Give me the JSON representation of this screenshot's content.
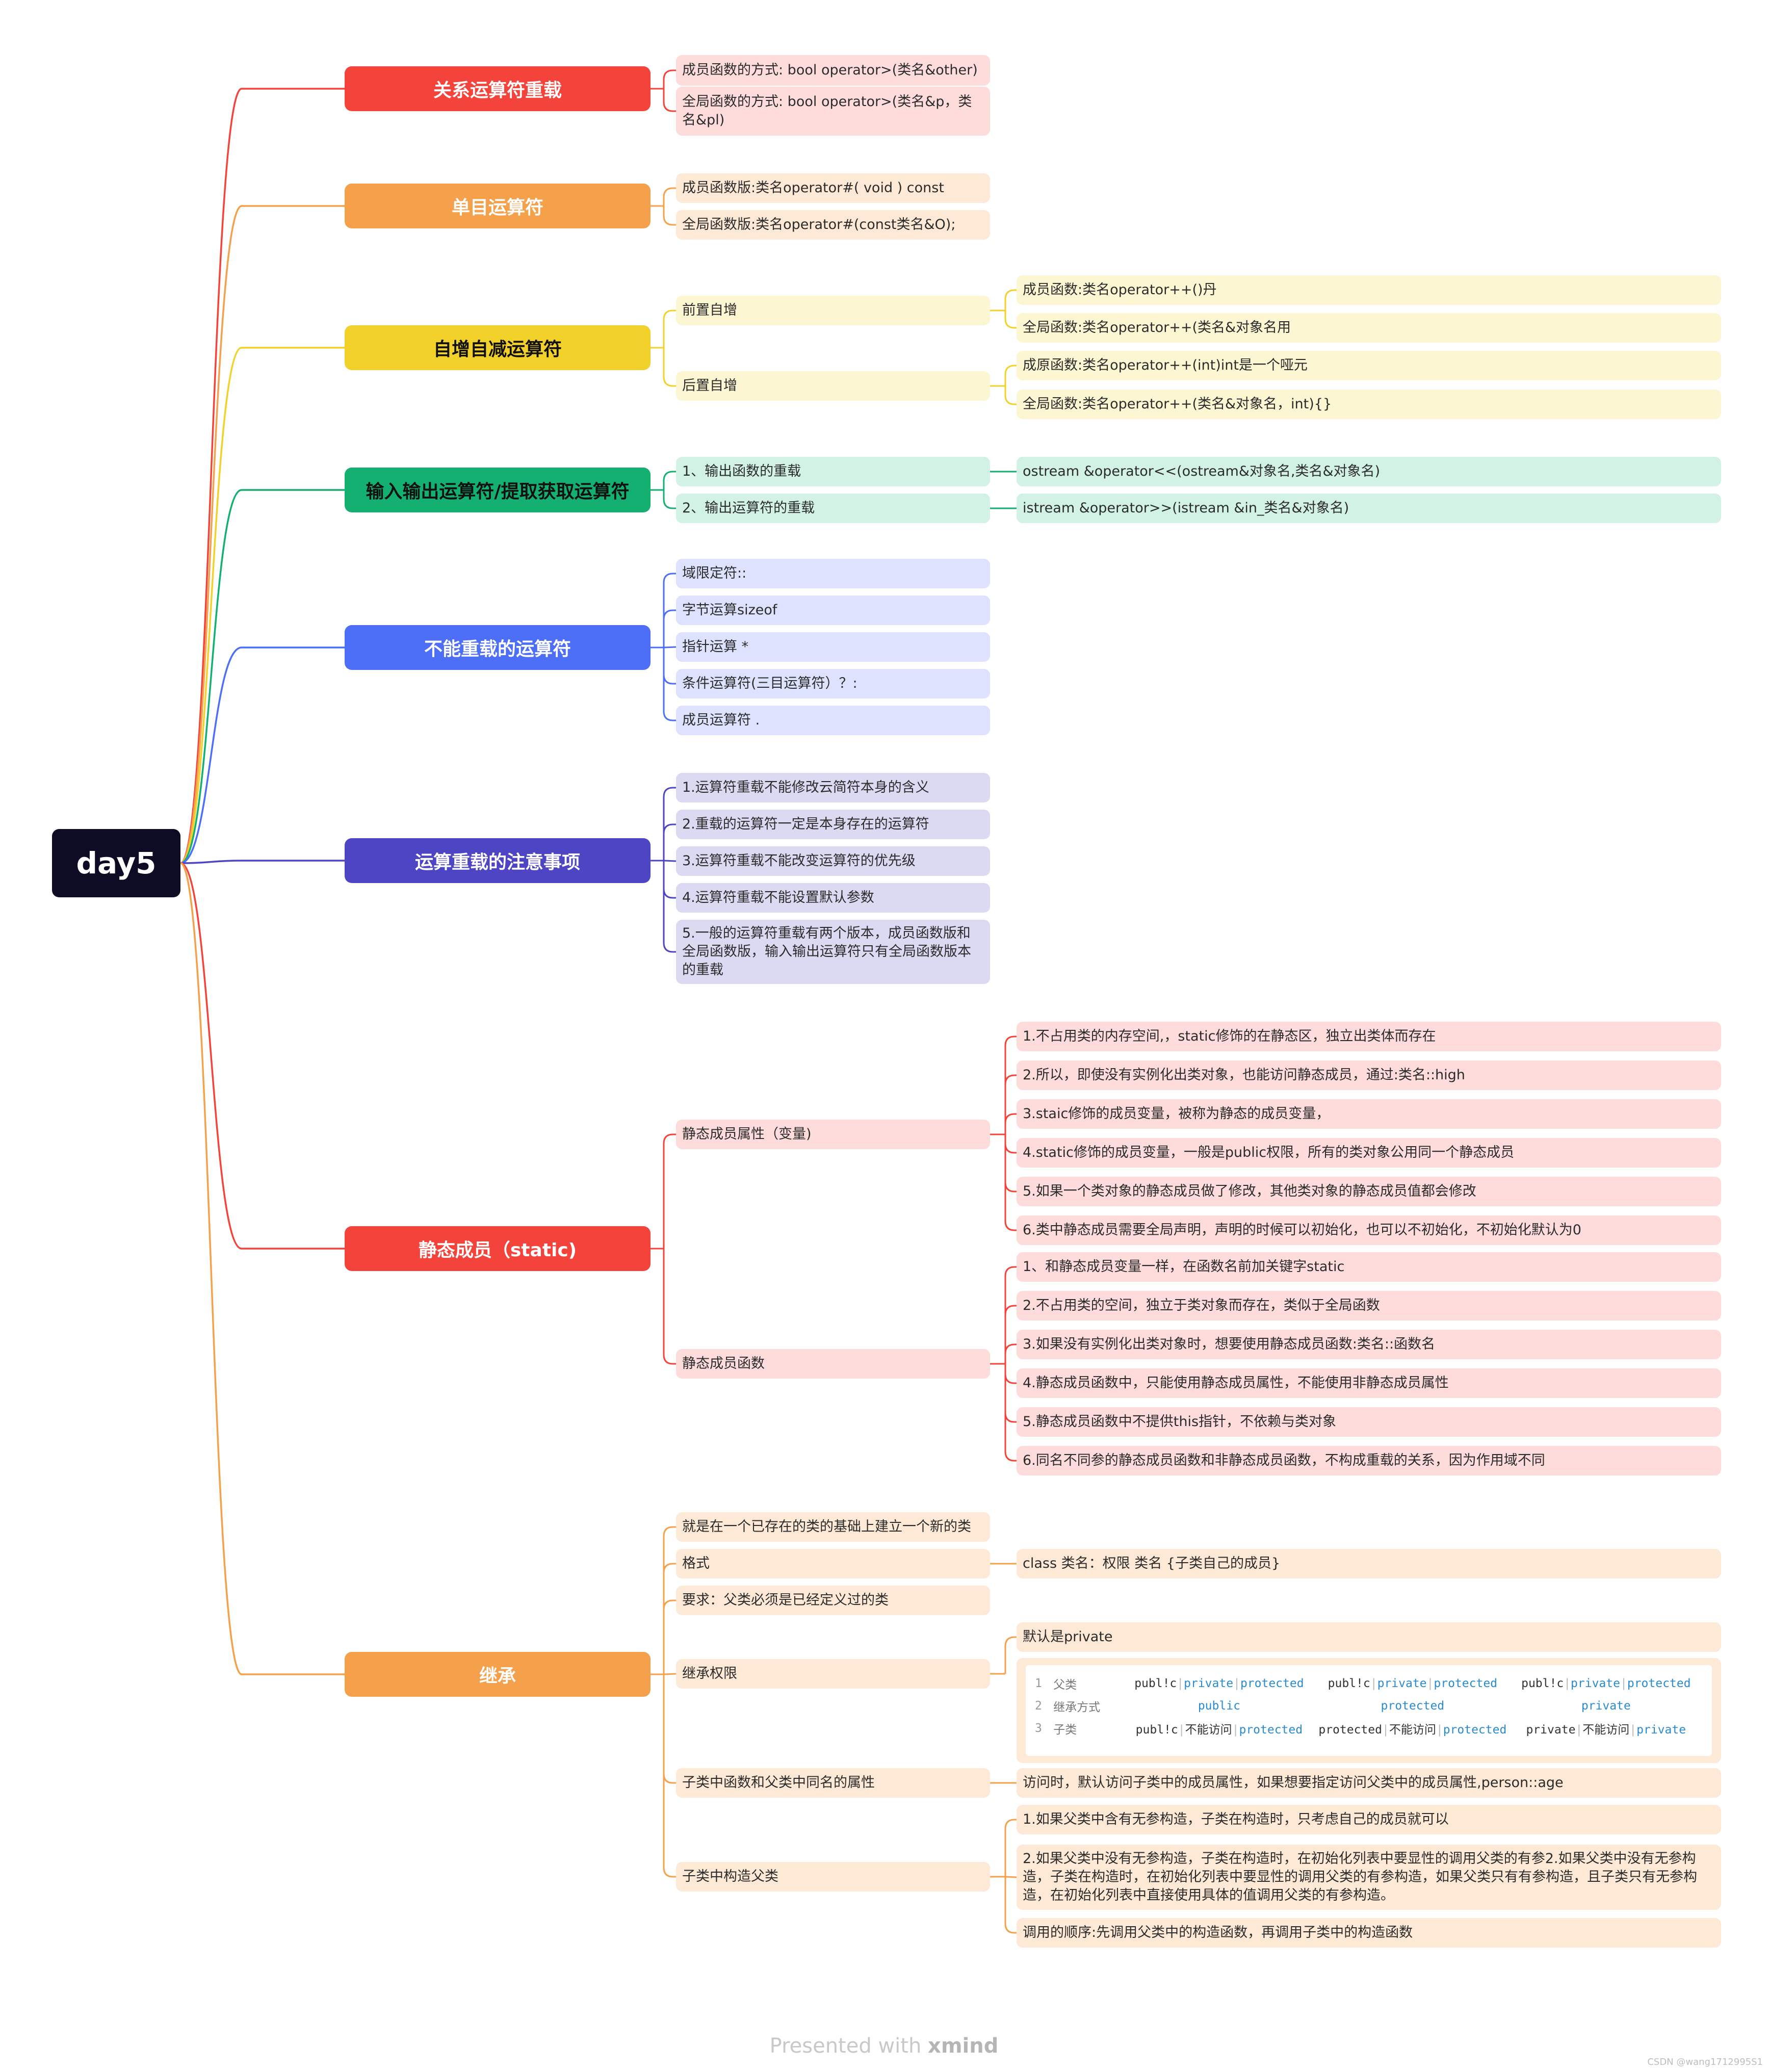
{
  "root": {
    "label": "day5"
  },
  "colors": {
    "root": "#0e0b24",
    "red": "#f4433a",
    "red_light": "#fddcdb",
    "orange": "#f5a04a",
    "orange_light": "#fde9d6",
    "yellow": "#f2d12a",
    "yellow_light": "#fdf6d3",
    "green": "#13b071",
    "green_light": "#d1f2e4",
    "blue": "#4d6ef7",
    "blue_light": "#dde3fe",
    "indigo": "#4e45c5",
    "indigo_light": "#dcdaf3"
  },
  "branches": [
    {
      "id": "b1",
      "label": "关系运算符重载",
      "color": "red",
      "children": [
        {
          "text": "成员函数的方式: bool operator>(类名&other)"
        },
        {
          "text": "全局函数的方式: bool operator>(类名&p，类名&pl)"
        }
      ]
    },
    {
      "id": "b2",
      "label": "单目运算符",
      "color": "orange",
      "children": [
        {
          "text": "成员函数版:类名operator#( void ) const"
        },
        {
          "text": "全局函数版:类名operator#(const类名&O);"
        }
      ]
    },
    {
      "id": "b3",
      "label": "自增自减运算符",
      "color": "yellow",
      "children": [
        {
          "text": "前置自增",
          "children": [
            {
              "text": "成员函数:类名operator++()丹"
            },
            {
              "text": "全局函数:类名operator++(类名&对象名用"
            }
          ]
        },
        {
          "text": "后置自增",
          "children": [
            {
              "text": "成原函数:类名operator++(int)int是一个哑元"
            },
            {
              "text": "全局函数:类名operator++(类名&对象名，int){}"
            }
          ]
        }
      ]
    },
    {
      "id": "b4",
      "label": "输入输出运算符/提取获取运算符",
      "color": "green",
      "children": [
        {
          "text": "1、输出函数的重载",
          "children": [
            {
              "text": "ostream &operator<<(ostream&对象名,类名&对象名)"
            }
          ]
        },
        {
          "text": "2、输出运算符的重载",
          "children": [
            {
              "text": "istream &operator>>(istream &in_类名&对象名)"
            }
          ]
        }
      ]
    },
    {
      "id": "b5",
      "label": "不能重载的运算符",
      "color": "blue",
      "children": [
        {
          "text": "域限定符::"
        },
        {
          "text": "字节运算sizeof"
        },
        {
          "text": "指针运算 *"
        },
        {
          "text": "条件运算符(三目运算符）？:"
        },
        {
          "text": "成员运算符 ."
        }
      ]
    },
    {
      "id": "b6",
      "label": "运算重载的注意事项",
      "color": "indigo",
      "children": [
        {
          "text": "1.运算符重载不能修改云简符本身的含义"
        },
        {
          "text": "2.重载的运算符一定是本身存在的运算符"
        },
        {
          "text": "3.运算符重载不能改变运算符的优先级"
        },
        {
          "text": "4.运算符重载不能设置默认参数"
        },
        {
          "text": "5.一般的运算符重载有两个版本，成员函数版和全局函数版，输入输出运算符只有全局函数版本的重载"
        }
      ]
    },
    {
      "id": "b7",
      "label": "静态成员（static)",
      "color": "red",
      "children": [
        {
          "text": "静态成员属性（变量)",
          "children": [
            {
              "text": "1.不占用类的内存空间,，static修饰的在静态区，独立出类体而存在"
            },
            {
              "text": "2.所以，即使没有实例化出类对象，也能访问静态成员，通过:类名::high"
            },
            {
              "text": "3.staic修饰的成员变量，被称为静态的成员变量，"
            },
            {
              "text": "4.static修饰的成员变量，一般是public权限，所有的类对象公用同一个静态成员"
            },
            {
              "text": "5.如果一个类对象的静态成员做了修改，其他类对象的静态成员值都会修改"
            },
            {
              "text": "6.类中静态成员需要全局声明，声明的时候可以初始化，也可以不初始化，不初始化默认为0"
            }
          ]
        },
        {
          "text": "静态成员函数",
          "children": [
            {
              "text": "1、和静态成员变量一样，在函数名前加关键字static"
            },
            {
              "text": "2.不占用类的空间，独立于类对象而存在，类似于全局函数"
            },
            {
              "text": "3.如果没有实例化出类对象时，想要使用静态成员函数:类名::函数名"
            },
            {
              "text": "4.静态成员函数中，只能使用静态成员属性，不能使用非静态成员属性"
            },
            {
              "text": "5.静态成员函数中不提供this指针，不依赖与类对象"
            },
            {
              "text": "6.同名不同参的静态成员函数和非静态成员函数，不构成重载的关系，因为作用域不同"
            }
          ]
        }
      ]
    },
    {
      "id": "b8",
      "label": "继承",
      "color": "orange",
      "children": [
        {
          "text": "就是在一个已存在的类的基础上建立一个新的类"
        },
        {
          "text": "格式",
          "children": [
            {
              "text": "class  类名：权限 类名 {子类自己的成员}"
            }
          ]
        },
        {
          "text": "要求：父类必须是已经定义过的类"
        },
        {
          "text": "继承权限",
          "children": [
            {
              "text": "默认是private"
            }
          ]
        },
        {
          "text": "子类中函数和父类中同名的属性",
          "children": [
            {
              "text": "访问时，默认访问子类中的成员属性，如果想要指定访问父类中的成员属性,person::age"
            }
          ]
        },
        {
          "text": "子类中构造父类",
          "children": [
            {
              "text": "1.如果父类中含有无参构造，子类在构造时，只考虑自己的成员就可以"
            },
            {
              "text": "2.如果父类中没有无参构造，子类在构造时，在初始化列表中要显性的调用父类的有参2.如果父类中没有无参构造，子类在构造时，在初始化列表中要显性的调用父类的有参构造，如果父类只有有参构造，且子类只有无参构造，在初始化列表中直接使用具体的值调用父类的有参构造。"
            },
            {
              "text": "调用的顺序:先调用父类中的构造函数，再调用子类中的构造函数"
            }
          ]
        }
      ]
    }
  ],
  "inherit_table": {
    "rows": [
      {
        "num": "1",
        "label": "父类",
        "cells": [
          [
            "publ!c",
            "private",
            "protected"
          ],
          [
            "publ!c",
            "private",
            "protected"
          ],
          [
            "publ!c",
            "private",
            "protected"
          ]
        ]
      },
      {
        "num": "2",
        "label": "继承方式",
        "cells": [
          [
            "public"
          ],
          [
            "protected"
          ],
          [
            "private"
          ]
        ]
      },
      {
        "num": "3",
        "label": "子类",
        "cells": [
          [
            "publ!c",
            "不能访问",
            "protected"
          ],
          [
            "protected",
            "不能访问",
            "protected"
          ],
          [
            "private",
            "不能访问",
            "private"
          ]
        ]
      }
    ]
  },
  "footer": {
    "prefix": "Presented with ",
    "brand": "xmind"
  },
  "watermark": "CSDN @wang1712995S1"
}
